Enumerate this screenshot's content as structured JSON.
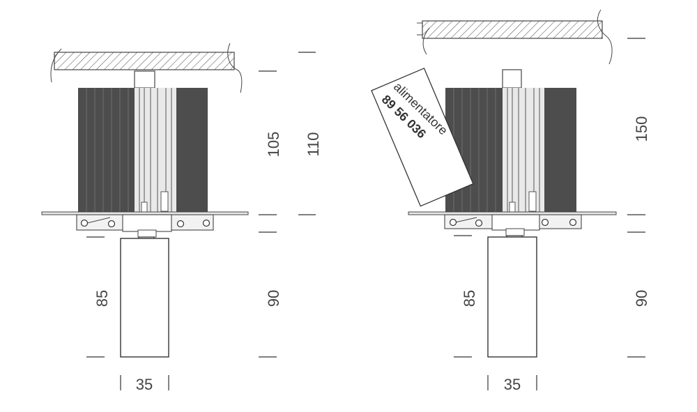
{
  "left_view": {
    "dims": {
      "body_depth": "105",
      "total_recess": "110",
      "spot_length_a": "85",
      "spot_length_b": "90",
      "spot_width": "35"
    }
  },
  "right_view": {
    "dims": {
      "total_recess": "150",
      "spot_length_a": "85",
      "spot_length_b": "90",
      "spot_width": "35"
    },
    "power_supply": {
      "label": "alimentatore",
      "code": "89 56 036"
    }
  },
  "colors": {
    "heatsink_dark": "#4d4d4d",
    "heatsink_fin_gap": "#6a6a6a",
    "line": "#333333",
    "dim_text": "#444444",
    "background": "#ffffff"
  }
}
